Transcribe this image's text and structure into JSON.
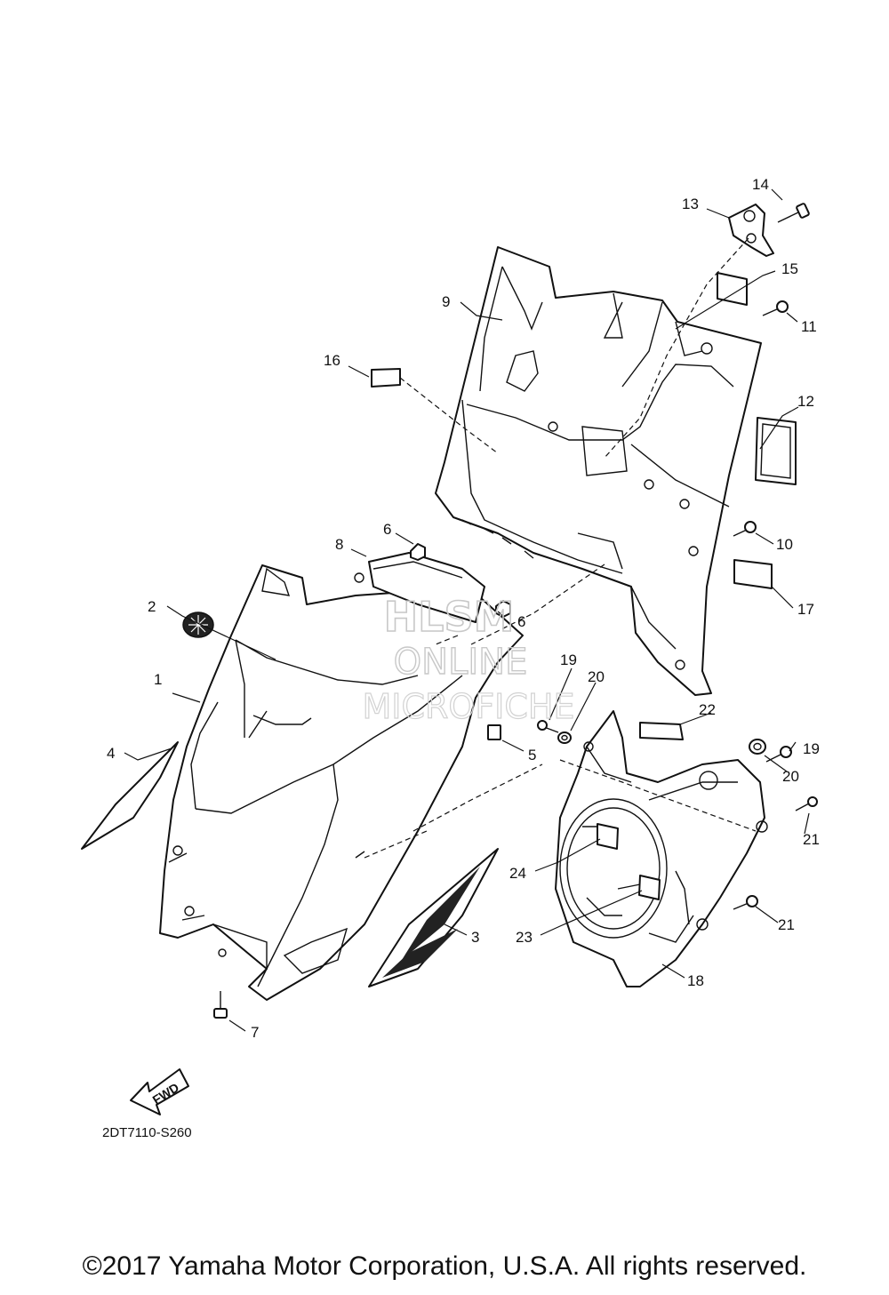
{
  "diagram": {
    "callouts": [
      {
        "id": "1",
        "label": "1"
      },
      {
        "id": "2",
        "label": "2"
      },
      {
        "id": "3",
        "label": "3"
      },
      {
        "id": "4",
        "label": "4"
      },
      {
        "id": "5",
        "label": "5"
      },
      {
        "id": "6a",
        "label": "6"
      },
      {
        "id": "6b",
        "label": "6"
      },
      {
        "id": "7",
        "label": "7"
      },
      {
        "id": "8",
        "label": "8"
      },
      {
        "id": "9",
        "label": "9"
      },
      {
        "id": "10",
        "label": "10"
      },
      {
        "id": "11",
        "label": "11"
      },
      {
        "id": "12",
        "label": "12"
      },
      {
        "id": "13",
        "label": "13"
      },
      {
        "id": "14",
        "label": "14"
      },
      {
        "id": "15",
        "label": "15"
      },
      {
        "id": "16",
        "label": "16"
      },
      {
        "id": "17",
        "label": "17"
      },
      {
        "id": "18",
        "label": "18"
      },
      {
        "id": "19a",
        "label": "19"
      },
      {
        "id": "19b",
        "label": "19"
      },
      {
        "id": "20a",
        "label": "20"
      },
      {
        "id": "20b",
        "label": "20"
      },
      {
        "id": "21a",
        "label": "21"
      },
      {
        "id": "21b",
        "label": "21"
      },
      {
        "id": "22",
        "label": "22"
      },
      {
        "id": "23",
        "label": "23"
      },
      {
        "id": "24",
        "label": "24"
      }
    ],
    "fwd_label": "FWD",
    "drawing_code": "2DT7110-S260"
  },
  "watermark": {
    "line1": "HLSM",
    "line2": "ONLINE",
    "line3": "MICROFICHE"
  },
  "copyright": "©2017 Yamaha Motor Corporation, U.S.A. All rights reserved."
}
